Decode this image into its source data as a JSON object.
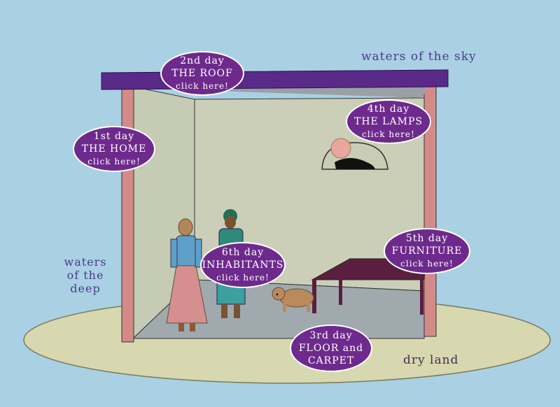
{
  "labels": {
    "sky": "waters of the sky",
    "deep_line1": "waters",
    "deep_line2": "of the",
    "deep_line3": "deep",
    "dry_land": "dry land"
  },
  "days": {
    "d1": {
      "day": "1st day",
      "title": "THE HOME",
      "link": "click here!"
    },
    "d2": {
      "day": "2nd day",
      "title": "THE ROOF",
      "link": "click here!"
    },
    "d3": {
      "day": "3rd day",
      "title_line1": "FLOOR and",
      "title_line2": "CARPET"
    },
    "d4": {
      "day": "4th day",
      "title": "THE LAMPS",
      "link": "click here!"
    },
    "d5": {
      "day": "5th day",
      "title": "FURNITURE",
      "link": "click here!"
    },
    "d6": {
      "day": "6th day",
      "title": "INHABITANTS",
      "link": "click here!"
    }
  },
  "colors": {
    "sky": "#a9d1e3",
    "bubble": "#6d2a8c",
    "roof": "#5a2a88",
    "walls": "#c9cdb5",
    "posts": "#d08a8a",
    "ground": "#d8d8b0",
    "floor": "#9aa7ab",
    "table": "#5a1f3e",
    "label": "#4b3a8c"
  }
}
